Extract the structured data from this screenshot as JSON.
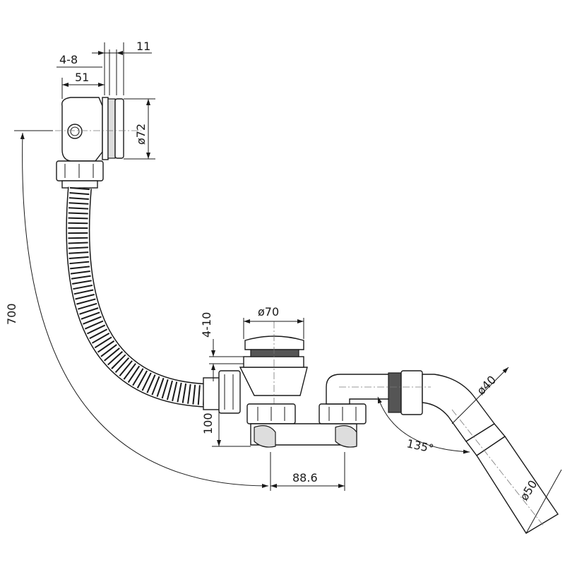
{
  "drawing": {
    "dimensions": {
      "overflow_gap": "11",
      "overflow_thickness": "4-8",
      "overflow_depth": "51",
      "overflow_diameter": "ø72",
      "hose_length": "700",
      "drain_thickness": "4-10",
      "drain_diameter": "ø70",
      "drain_height": "100",
      "drain_to_trap": "88.6",
      "trap_angle": "135°",
      "trap_inlet_diameter": "ø40",
      "outlet_diameter": "ø50"
    }
  }
}
